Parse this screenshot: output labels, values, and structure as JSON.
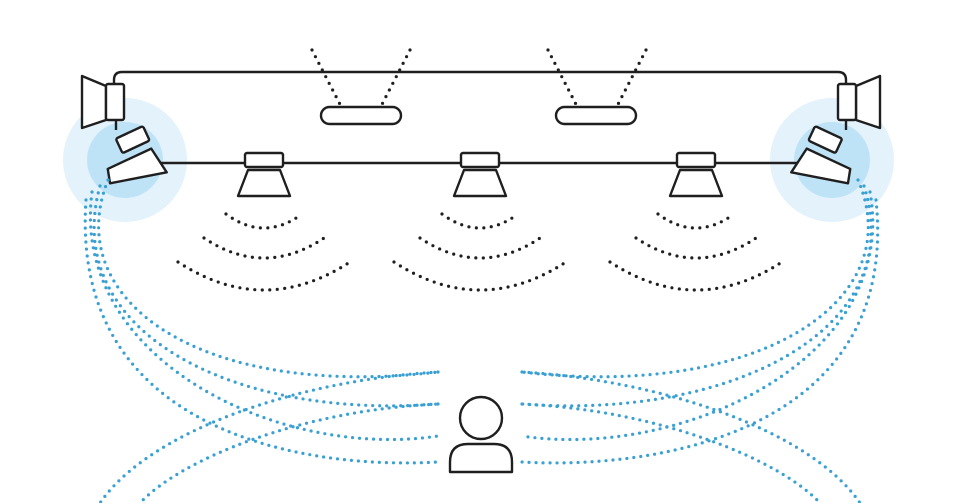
{
  "diagram": {
    "title": "",
    "colors": {
      "line": "#1f1f1f",
      "dots": "#1f1f1f",
      "beam": "#3aa0d4",
      "halo_outer": "#e3f2fb",
      "halo_inner": "#bfe3f6",
      "fill": "#ffffff"
    },
    "icons": {
      "side_speaker": "speaker-icon",
      "down_firing_speaker": "ceiling-speaker-icon",
      "beam_speaker": "beamforming-speaker-icon",
      "uplight": "ceiling-light-icon",
      "listener": "person-icon"
    },
    "elements": {
      "side_speakers": 2,
      "beam_speakers": 2,
      "down_firing_speakers": 3,
      "lights": 2,
      "listeners": 1,
      "sound_wave_arcs_per_speaker": 3
    }
  }
}
